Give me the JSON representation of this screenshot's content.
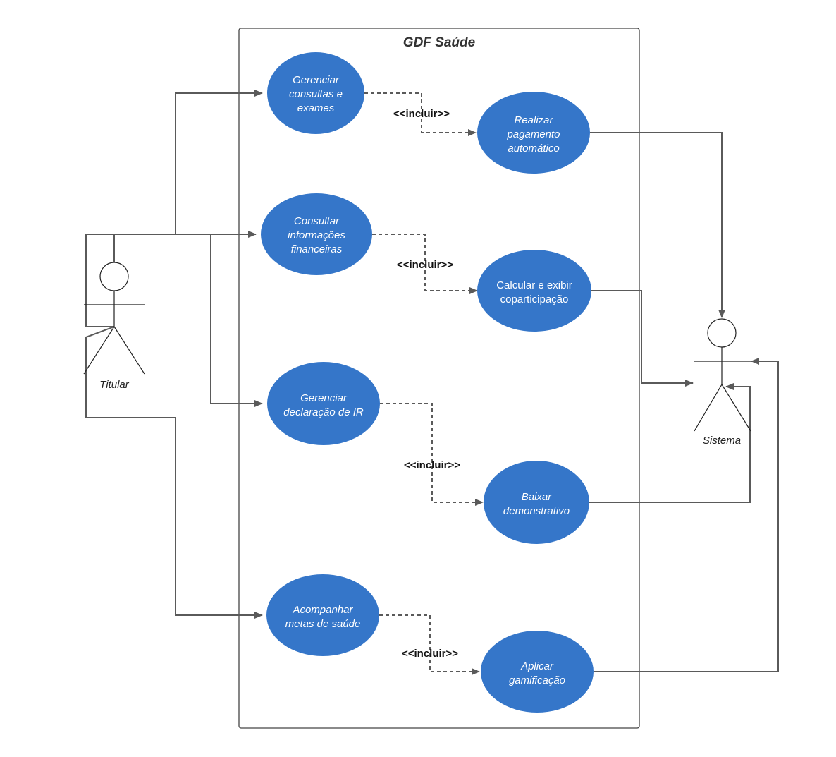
{
  "diagram": {
    "system_title": "GDF Saúde",
    "stereotype": "<<incluir>>",
    "colors": {
      "usecase_fill": "#3576C9",
      "connector": "#5A5A5A",
      "boundary": "#444444"
    },
    "actors": {
      "titular": "Titular",
      "sistema": "Sistema"
    },
    "use_cases": {
      "gerenciar_consultas": [
        "Gerenciar",
        "consultas e",
        "exames"
      ],
      "realizar_pagamento": [
        "Realizar",
        "pagamento",
        "automático"
      ],
      "consultar_info": [
        "Consultar",
        "informações",
        "financeiras"
      ],
      "calcular_copart": [
        "Calcular e exibir",
        "coparticipação"
      ],
      "gerenciar_ir": [
        "Gerenciar",
        "declaração de IR"
      ],
      "baixar_demonstrativo": [
        "Baixar",
        "demonstrativo"
      ],
      "acompanhar_metas": [
        "Acompanhar",
        "metas de saúde"
      ],
      "aplicar_gamificacao": [
        "Aplicar",
        "gamificação"
      ]
    }
  }
}
